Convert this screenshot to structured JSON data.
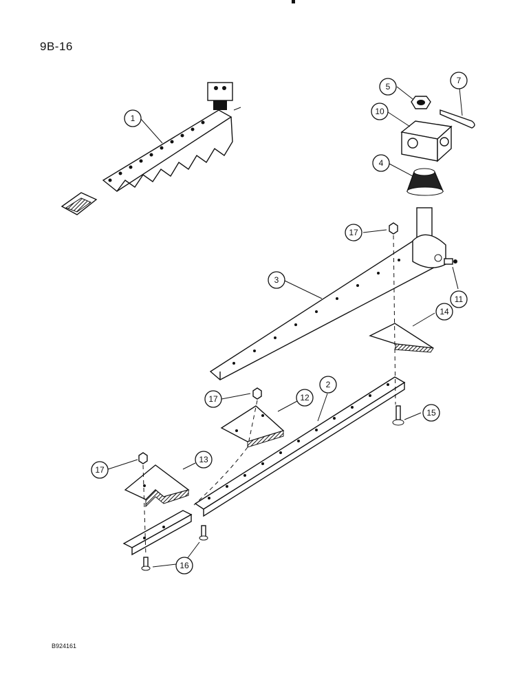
{
  "page": {
    "number": "9B-16",
    "figure_code": "B924161"
  },
  "callouts": {
    "c1": "1",
    "c2": "2",
    "c3": "3",
    "c4": "4",
    "c5": "5",
    "c7": "7",
    "c10": "10",
    "c11": "11",
    "c12": "12",
    "c13": "13",
    "c14": "14",
    "c15": "15",
    "c16": "16",
    "c17a": "17",
    "c17b": "17",
    "c17c": "17"
  }
}
